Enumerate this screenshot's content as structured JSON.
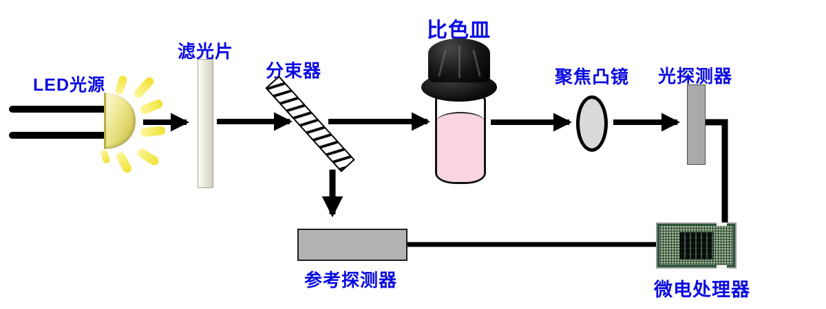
{
  "labels": {
    "led_source": "LED光源",
    "filter": "滤光片",
    "beam_splitter": "分束器",
    "cuvette": "比色皿",
    "focus_lens": "聚焦凸镜",
    "photo_detector": "光探测器",
    "reference_detector": "参考探测器",
    "microprocessor": "微电处理器"
  },
  "colors": {
    "background": "#ffffff",
    "label_blue": "#0a0ae0",
    "line_black": "#000000",
    "led_yellow": "#ece488",
    "ray_yellow": "#f0e233",
    "filter_gray": "#ececdf",
    "liquid_pink": "#f9d4e2",
    "lens_gray": "#d9d9d9",
    "detector_gray": "#a9a9a9",
    "reference_gray": "#b3b3b3",
    "chip_green": "#2b523f"
  }
}
